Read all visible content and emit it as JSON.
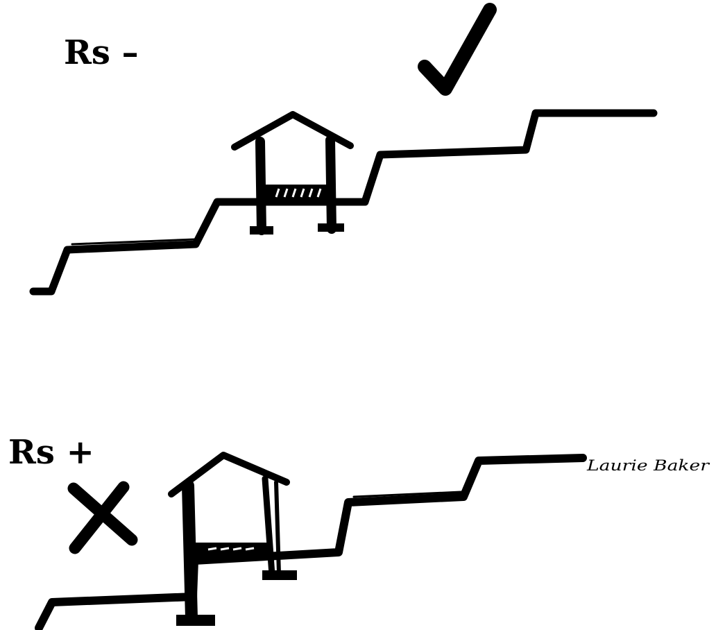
{
  "labels": {
    "top_label": "Rs –",
    "bottom_label": "Rs +",
    "signature": "Laurie Baker"
  },
  "marks": {
    "top_mark": "check-mark",
    "bottom_mark": "cross-mark"
  },
  "colors": {
    "ink": "#000000",
    "background": "#ffffff"
  }
}
